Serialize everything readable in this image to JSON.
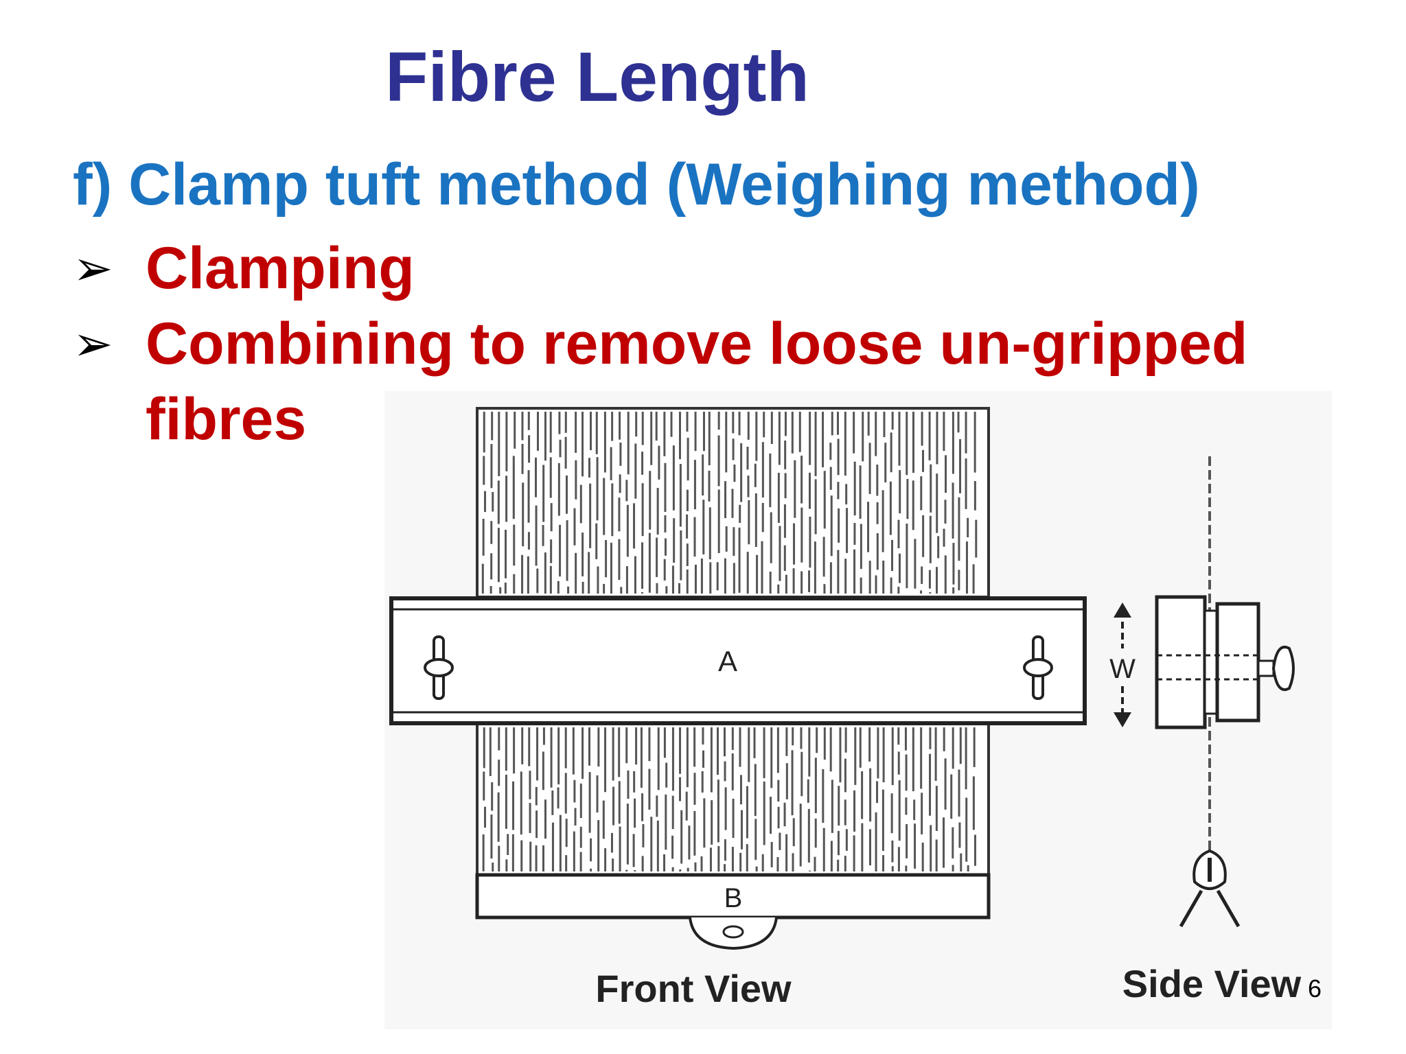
{
  "slide": {
    "title": "Fibre Length",
    "subtitle": "f) Clamp tuft method (Weighing method)",
    "bullets": [
      {
        "marker": "➢",
        "text": "Clamping"
      },
      {
        "marker": "➢",
        "text": "Combining to remove loose un-gripped fibres"
      }
    ],
    "page_number": "6"
  },
  "diagram": {
    "labels": {
      "clamp_a": "A",
      "clamp_b": "B",
      "width": "W",
      "front_view": "Front View",
      "side_view": "Side View"
    },
    "colors": {
      "title": "#2e3192",
      "subtitle": "#1a73c1",
      "bullets": "#c00000",
      "line": "#222222"
    }
  }
}
